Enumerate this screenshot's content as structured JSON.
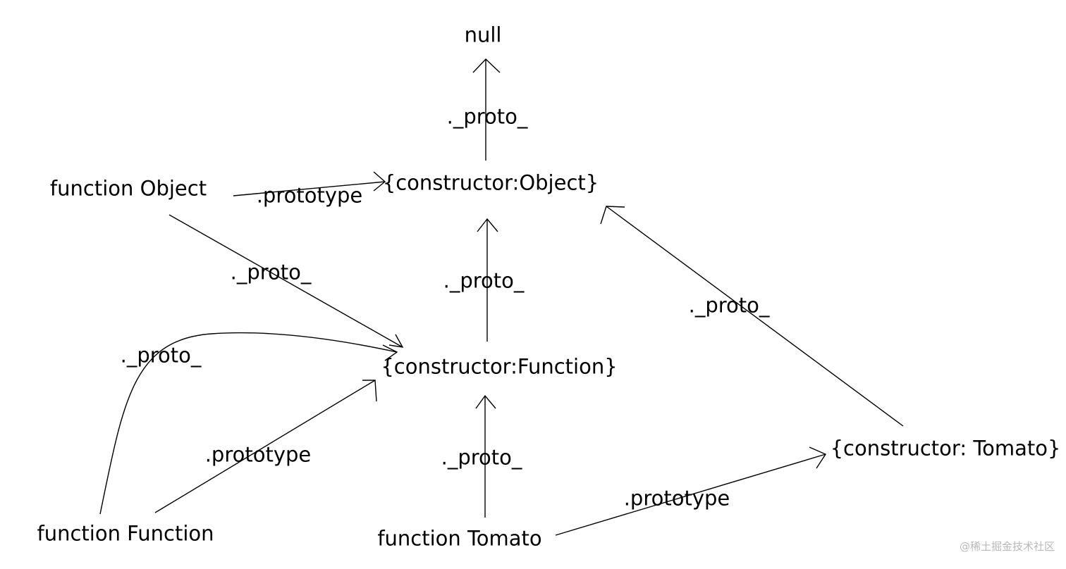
{
  "nodes": {
    "null": "null",
    "object_proto": "{constructor:Object}",
    "function_proto": "{constructor:Function}",
    "tomato_proto": "{constructor: Tomato}",
    "fn_object": "function  Object",
    "fn_function": "function  Function",
    "fn_tomato": "function Tomato"
  },
  "edges": {
    "object_to_null": "._proto_",
    "fnobject_prototype": ".prototype",
    "fnobject_proto": "._proto_",
    "function_to_object": "._proto_",
    "tomato_to_object": "._proto_",
    "fnfunction_proto": "._proto_",
    "fnfunction_prototype": ".prototype",
    "fntomato_proto": "._proto_",
    "fntomato_prototype": ".prototype"
  },
  "watermark": "@稀土掘金技术社区"
}
